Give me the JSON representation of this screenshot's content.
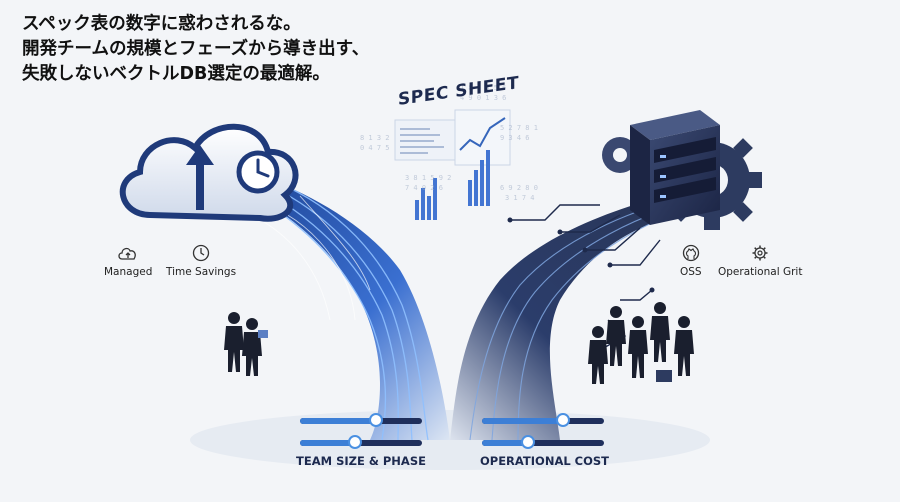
{
  "headline": {
    "line1": "スペック表の数字に惑わされるな。",
    "line2": "開発チームの規模とフェーズから導き出す、",
    "line3": "失敗しないベクトルDB選定の最適解。"
  },
  "spec_sheet_title": "SPEC SHEET",
  "left_features": [
    {
      "icon": "cloud-upload-icon",
      "label": "Managed"
    },
    {
      "icon": "clock-icon",
      "label": "Time Savings"
    }
  ],
  "right_features": [
    {
      "icon": "github-icon",
      "label": "OSS"
    },
    {
      "icon": "gear-icon",
      "label": "Operational Grit"
    }
  ],
  "sliders": {
    "left": {
      "label": "TEAM SIZE & PHASE",
      "levels": [
        0.62,
        0.45
      ]
    },
    "right": {
      "label": "OPERATIONAL COST",
      "levels": [
        0.66,
        0.38
      ]
    }
  },
  "colors": {
    "accent_blue": "#3d7fd6",
    "navy": "#1f2f5c",
    "background": "#f3f5f8",
    "text": "#111111"
  }
}
